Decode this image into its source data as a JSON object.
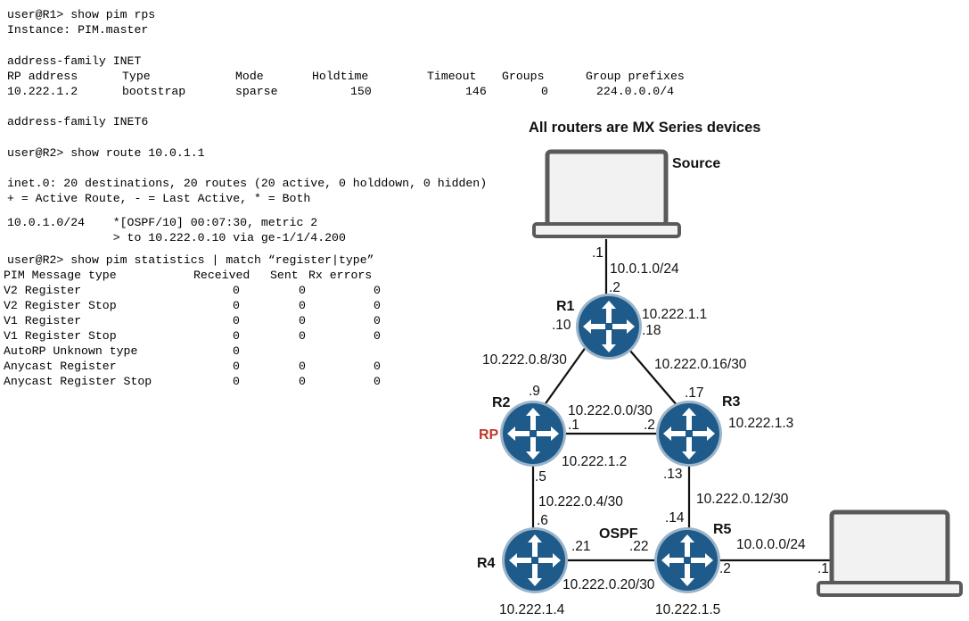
{
  "cli": {
    "l1": "user@R1> show pim rps",
    "l2": "Instance: PIM.master",
    "l3": "address-family INET",
    "rps_headers": [
      "RP address",
      "Type",
      "Mode",
      "Holdtime",
      "Timeout",
      "Groups",
      "Group prefixes"
    ],
    "rps_row": [
      "10.222.1.2",
      "bootstrap",
      "sparse",
      "150",
      "146",
      "0",
      "224.0.0.0/4"
    ],
    "l4": "address-family INET6",
    "l5": "user@R2> show route 10.0.1.1",
    "l6": "inet.0: 20 destinations, 20 routes (20 active, 0 holddown, 0 hidden)",
    "l7": "+ = Active Route, - = Last Active, * = Both",
    "l8": "10.0.1.0/24    *[OSPF/10] 00:07:30, metric 2",
    "l9": "               > to 10.222.0.10 via ge-1/1/4.200",
    "l10": "user@R2> show pim statistics | match “register|type”",
    "stats_headers": [
      "PIM Message type",
      "Received",
      "Sent",
      "Rx errors"
    ],
    "stats_rows": [
      [
        "V2 Register",
        "0",
        "0",
        "0"
      ],
      [
        "V2 Register Stop",
        "0",
        "0",
        "0"
      ],
      [
        "V1 Register",
        "0",
        "0",
        "0"
      ],
      [
        "V1 Register Stop",
        "0",
        "0",
        "0"
      ],
      [
        "AutoRP Unknown type",
        "0",
        "",
        ""
      ],
      [
        "Anycast Register",
        "0",
        "0",
        "0"
      ],
      [
        "Anycast Register Stop",
        "0",
        "0",
        "0"
      ]
    ]
  },
  "diagram": {
    "title": "All routers are MX Series devices",
    "source_label": "Source",
    "routers": [
      {
        "name": "R1",
        "loopback": "10.222.1.1"
      },
      {
        "name": "R2",
        "loopback": "10.222.1.2",
        "tag": "RP"
      },
      {
        "name": "R3",
        "loopback": "10.222.1.3"
      },
      {
        "name": "R4",
        "loopback": "10.222.1.4"
      },
      {
        "name": "R5",
        "loopback": "10.222.1.5"
      }
    ],
    "links": [
      {
        "subnet": "10.0.1.0/24",
        "a": ".1",
        "b": ".2"
      },
      {
        "subnet": "10.222.0.8/30",
        "a": ".10",
        "b": ".9"
      },
      {
        "subnet": "10.222.0.16/30",
        "a": ".18",
        "b": ".17"
      },
      {
        "subnet": "10.222.0.0/30",
        "a": ".1",
        "b": ".2"
      },
      {
        "subnet": "10.222.0.4/30",
        "a": ".5",
        "b": ".6"
      },
      {
        "subnet": "10.222.0.12/30",
        "a": ".13",
        "b": ".14"
      },
      {
        "subnet": "10.222.0.20/30",
        "a": ".21",
        "b": ".22"
      },
      {
        "subnet": "10.0.0.0/24",
        "a": ".2",
        "b": ".1"
      }
    ],
    "ospf_label": "OSPF",
    "colors": {
      "router": "#1f5b8a",
      "router_ring": "#9bb4c9",
      "laptop_body": "#f2f2f2",
      "laptop_frame": "#5a5a5a",
      "rp_label": "#c0392b"
    }
  }
}
